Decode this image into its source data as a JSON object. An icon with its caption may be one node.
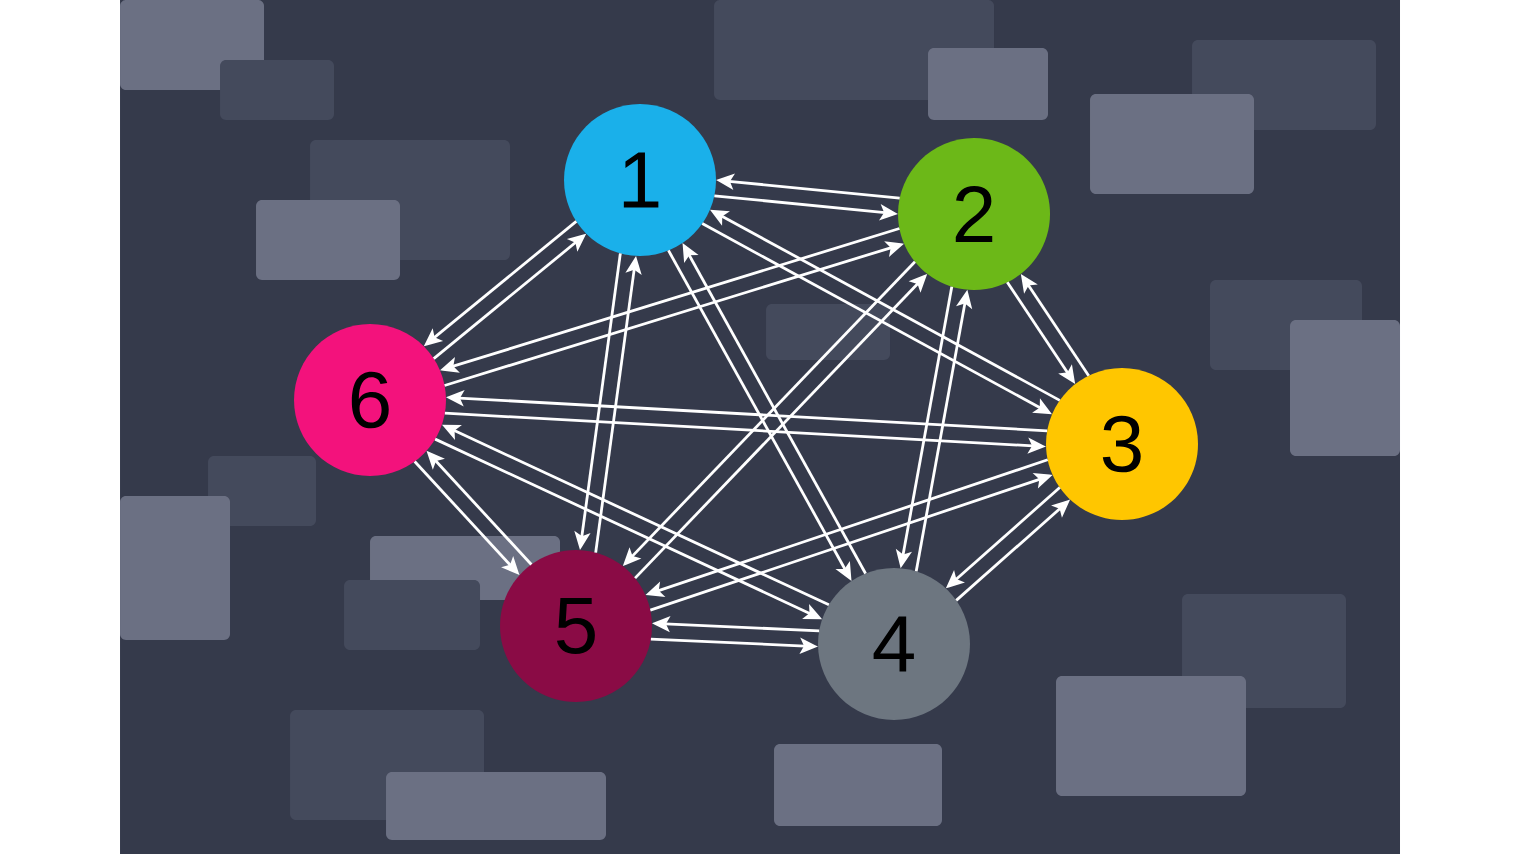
{
  "diagram": {
    "nodes": [
      {
        "text": [
          "1"
        ]
      },
      {
        "text": [
          "2"
        ]
      },
      {
        "text": [
          "3"
        ]
      },
      {
        "text": [
          "4"
        ]
      },
      {
        "text": [
          "5"
        ]
      },
      {
        "text": [
          "6"
        ]
      }
    ],
    "edges": [
      {
        "from": 0,
        "to": 1,
        "arrow": "to"
      },
      {
        "from": 1,
        "to": 0,
        "arrow": "to"
      },
      {
        "from": 0,
        "to": 2,
        "arrow": "to"
      },
      {
        "from": 2,
        "to": 0,
        "arrow": "to"
      },
      {
        "from": 0,
        "to": 3,
        "arrow": "to"
      },
      {
        "from": 3,
        "to": 0,
        "arrow": "to"
      },
      {
        "from": 0,
        "to": 4,
        "arrow": "to"
      },
      {
        "from": 4,
        "to": 0,
        "arrow": "to"
      },
      {
        "from": 0,
        "to": 5,
        "arrow": "to"
      },
      {
        "from": 5,
        "to": 0,
        "arrow": "to"
      },
      {
        "from": 1,
        "to": 2,
        "arrow": "to"
      },
      {
        "from": 2,
        "to": 1,
        "arrow": "to"
      },
      {
        "from": 1,
        "to": 3,
        "arrow": "to"
      },
      {
        "from": 3,
        "to": 1,
        "arrow": "to"
      },
      {
        "from": 1,
        "to": 4,
        "arrow": "to"
      },
      {
        "from": 4,
        "to": 1,
        "arrow": "to"
      },
      {
        "from": 1,
        "to": 5,
        "arrow": "to"
      },
      {
        "from": 5,
        "to": 1,
        "arrow": "to"
      },
      {
        "from": 2,
        "to": 3,
        "arrow": "to"
      },
      {
        "from": 3,
        "to": 2,
        "arrow": "to"
      },
      {
        "from": 2,
        "to": 4,
        "arrow": "to"
      },
      {
        "from": 4,
        "to": 2,
        "arrow": "to"
      },
      {
        "from": 2,
        "to": 5,
        "arrow": "to"
      },
      {
        "from": 5,
        "to": 2,
        "arrow": "to"
      },
      {
        "from": 3,
        "to": 4,
        "arrow": "to"
      },
      {
        "from": 4,
        "to": 3,
        "arrow": "to"
      },
      {
        "from": 3,
        "to": 5,
        "arrow": "to"
      },
      {
        "from": 5,
        "to": 3,
        "arrow": "to"
      },
      {
        "from": 4,
        "to": 5,
        "arrow": "to"
      },
      {
        "from": 5,
        "to": 4,
        "arrow": "to"
      }
    ]
  }
}
